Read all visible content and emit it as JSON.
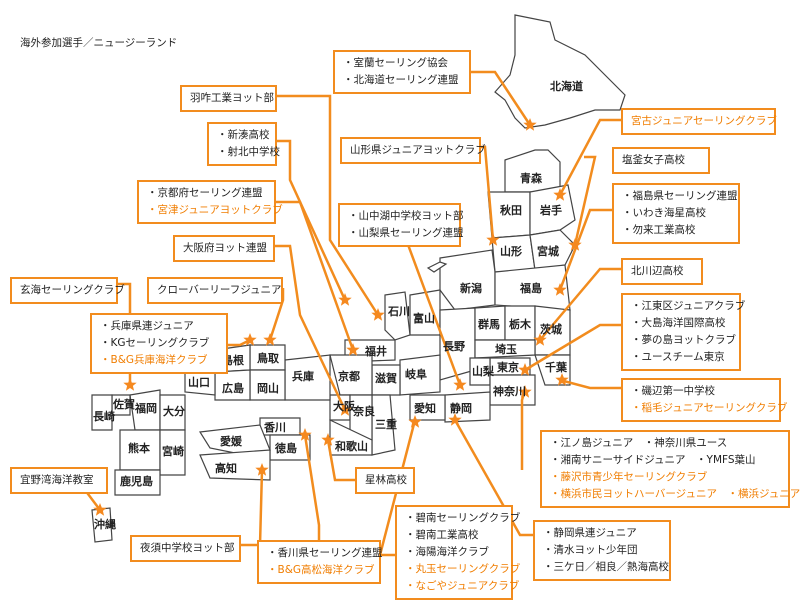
{
  "overseas": "海外参加選手／ニュージーランド",
  "prefectures": {
    "hokkaido": "北海道",
    "aomori": "青森",
    "akita": "秋田",
    "iwate": "岩手",
    "yamagata": "山形",
    "miyagi": "宮城",
    "niigata": "新潟",
    "fukushima": "福島",
    "toyama": "富山",
    "ishikawa": "石川",
    "fukui": "福井",
    "nagano": "長野",
    "gunma": "群馬",
    "tochigi": "栃木",
    "ibaraki": "茨城",
    "saitama": "埼玉",
    "tokyo": "東京",
    "chiba": "千葉",
    "kanagawa": "神奈川",
    "yamanashi": "山梨",
    "shizuoka": "静岡",
    "aichi": "愛知",
    "gifu": "岐阜",
    "mie": "三重",
    "shiga": "滋賀",
    "kyoto": "京都",
    "osaka": "大阪",
    "nara": "奈良",
    "wakayama": "和歌山",
    "hyogo": "兵庫",
    "tottori": "鳥取",
    "shimane": "島根",
    "okayama": "岡山",
    "hiroshima": "広島",
    "yamaguchi": "山口",
    "kagawa": "香川",
    "tokushima": "徳島",
    "ehime": "愛媛",
    "kochi": "高知",
    "fukuoka": "福岡",
    "saga": "佐賀",
    "nagasaki": "長崎",
    "oita": "大分",
    "kumamoto": "熊本",
    "miyazaki": "宮崎",
    "kagoshima": "鹿児島",
    "okinawa": "沖縄"
  },
  "boxes": {
    "hokkaido": [
      "・室蘭セーリング協会",
      "・北海道セーリング連盟"
    ],
    "hakui": [
      "羽咋工業ヨット部"
    ],
    "shinminato": [
      "・新湊高校",
      "・射北中学校"
    ],
    "yamagata": [
      "山形県ジュニアヨットクラブ"
    ],
    "kyoto": [
      "・京都府セーリング連盟",
      "・宮津ジュニアヨットクラブ"
    ],
    "yamanashi": [
      "・山中湖中学校ヨット部",
      "・山梨県セーリング連盟"
    ],
    "osaka": [
      "大阪府ヨット連盟"
    ],
    "cloverleaf": [
      "クローバーリーフジュニア"
    ],
    "genkai": [
      "玄海セーリングクラブ"
    ],
    "hyogo": [
      "・兵庫県連ジュニア",
      "・KGセーリングクラブ",
      "・B&G兵庫海洋クラブ"
    ],
    "miyako": [
      "宮古ジュニアセーリングクラブ"
    ],
    "shiogama": [
      "塩釜女子高校"
    ],
    "fukushima": [
      "・福島県セーリング連盟",
      "・いわき海星高校",
      "・勿来工業高校"
    ],
    "kitakawabe": [
      "北川辺高校"
    ],
    "tokyo": [
      "・江東区ジュニアクラブ",
      "・大島海洋国際高校",
      "・夢の島ヨットクラブ",
      "・ユースチーム東京"
    ],
    "chiba": [
      "・磯辺第一中学校",
      "・稲毛ジュニアセーリングクラブ"
    ],
    "kanagawa": [
      "・江ノ島ジュニア　・神奈川県ユース",
      "・湘南サニーサイドジュニア　・YMFS葉山",
      "・藤沢市青少年セーリングクラブ",
      "・横浜市民ヨットハーバージュニア　・横浜ジュニア"
    ],
    "shizuoka": [
      "・静岡県連ジュニア",
      "・清水ヨット少年団",
      "・三ケ日／相良／熱海高校"
    ],
    "aichi": [
      "・碧南セーリングクラブ",
      "・碧南工業高校",
      "・海陽海洋クラブ",
      "・丸玉セーリングクラブ",
      "・なごやジュニアクラブ"
    ],
    "hoshibayashi": [
      "星林高校"
    ],
    "kagawa": [
      "・香川県セーリング連盟",
      "・B&G高松海洋クラブ"
    ],
    "yosu": [
      "夜須中学校ヨット部"
    ],
    "ginowan": [
      "宜野湾海洋教室"
    ]
  },
  "highlighted": [
    "宮古ジュニアセーリングクラブ",
    "・宮津ジュニアヨットクラブ",
    "・B&G兵庫海洋クラブ",
    "・稲毛ジュニアセーリングクラブ",
    "・藤沢市青少年セーリングクラブ",
    "・横浜市民ヨットハーバージュニア　・横浜ジュニア",
    "・丸玉セーリングクラブ",
    "・なごやジュニアクラブ",
    "・B&G高松海洋クラブ"
  ],
  "colors": {
    "accent": "#f28c1e",
    "star": "#f5891f",
    "highlight_text": "#f07d00",
    "map_stroke": "#444444",
    "map_fill": "#ffffff"
  }
}
